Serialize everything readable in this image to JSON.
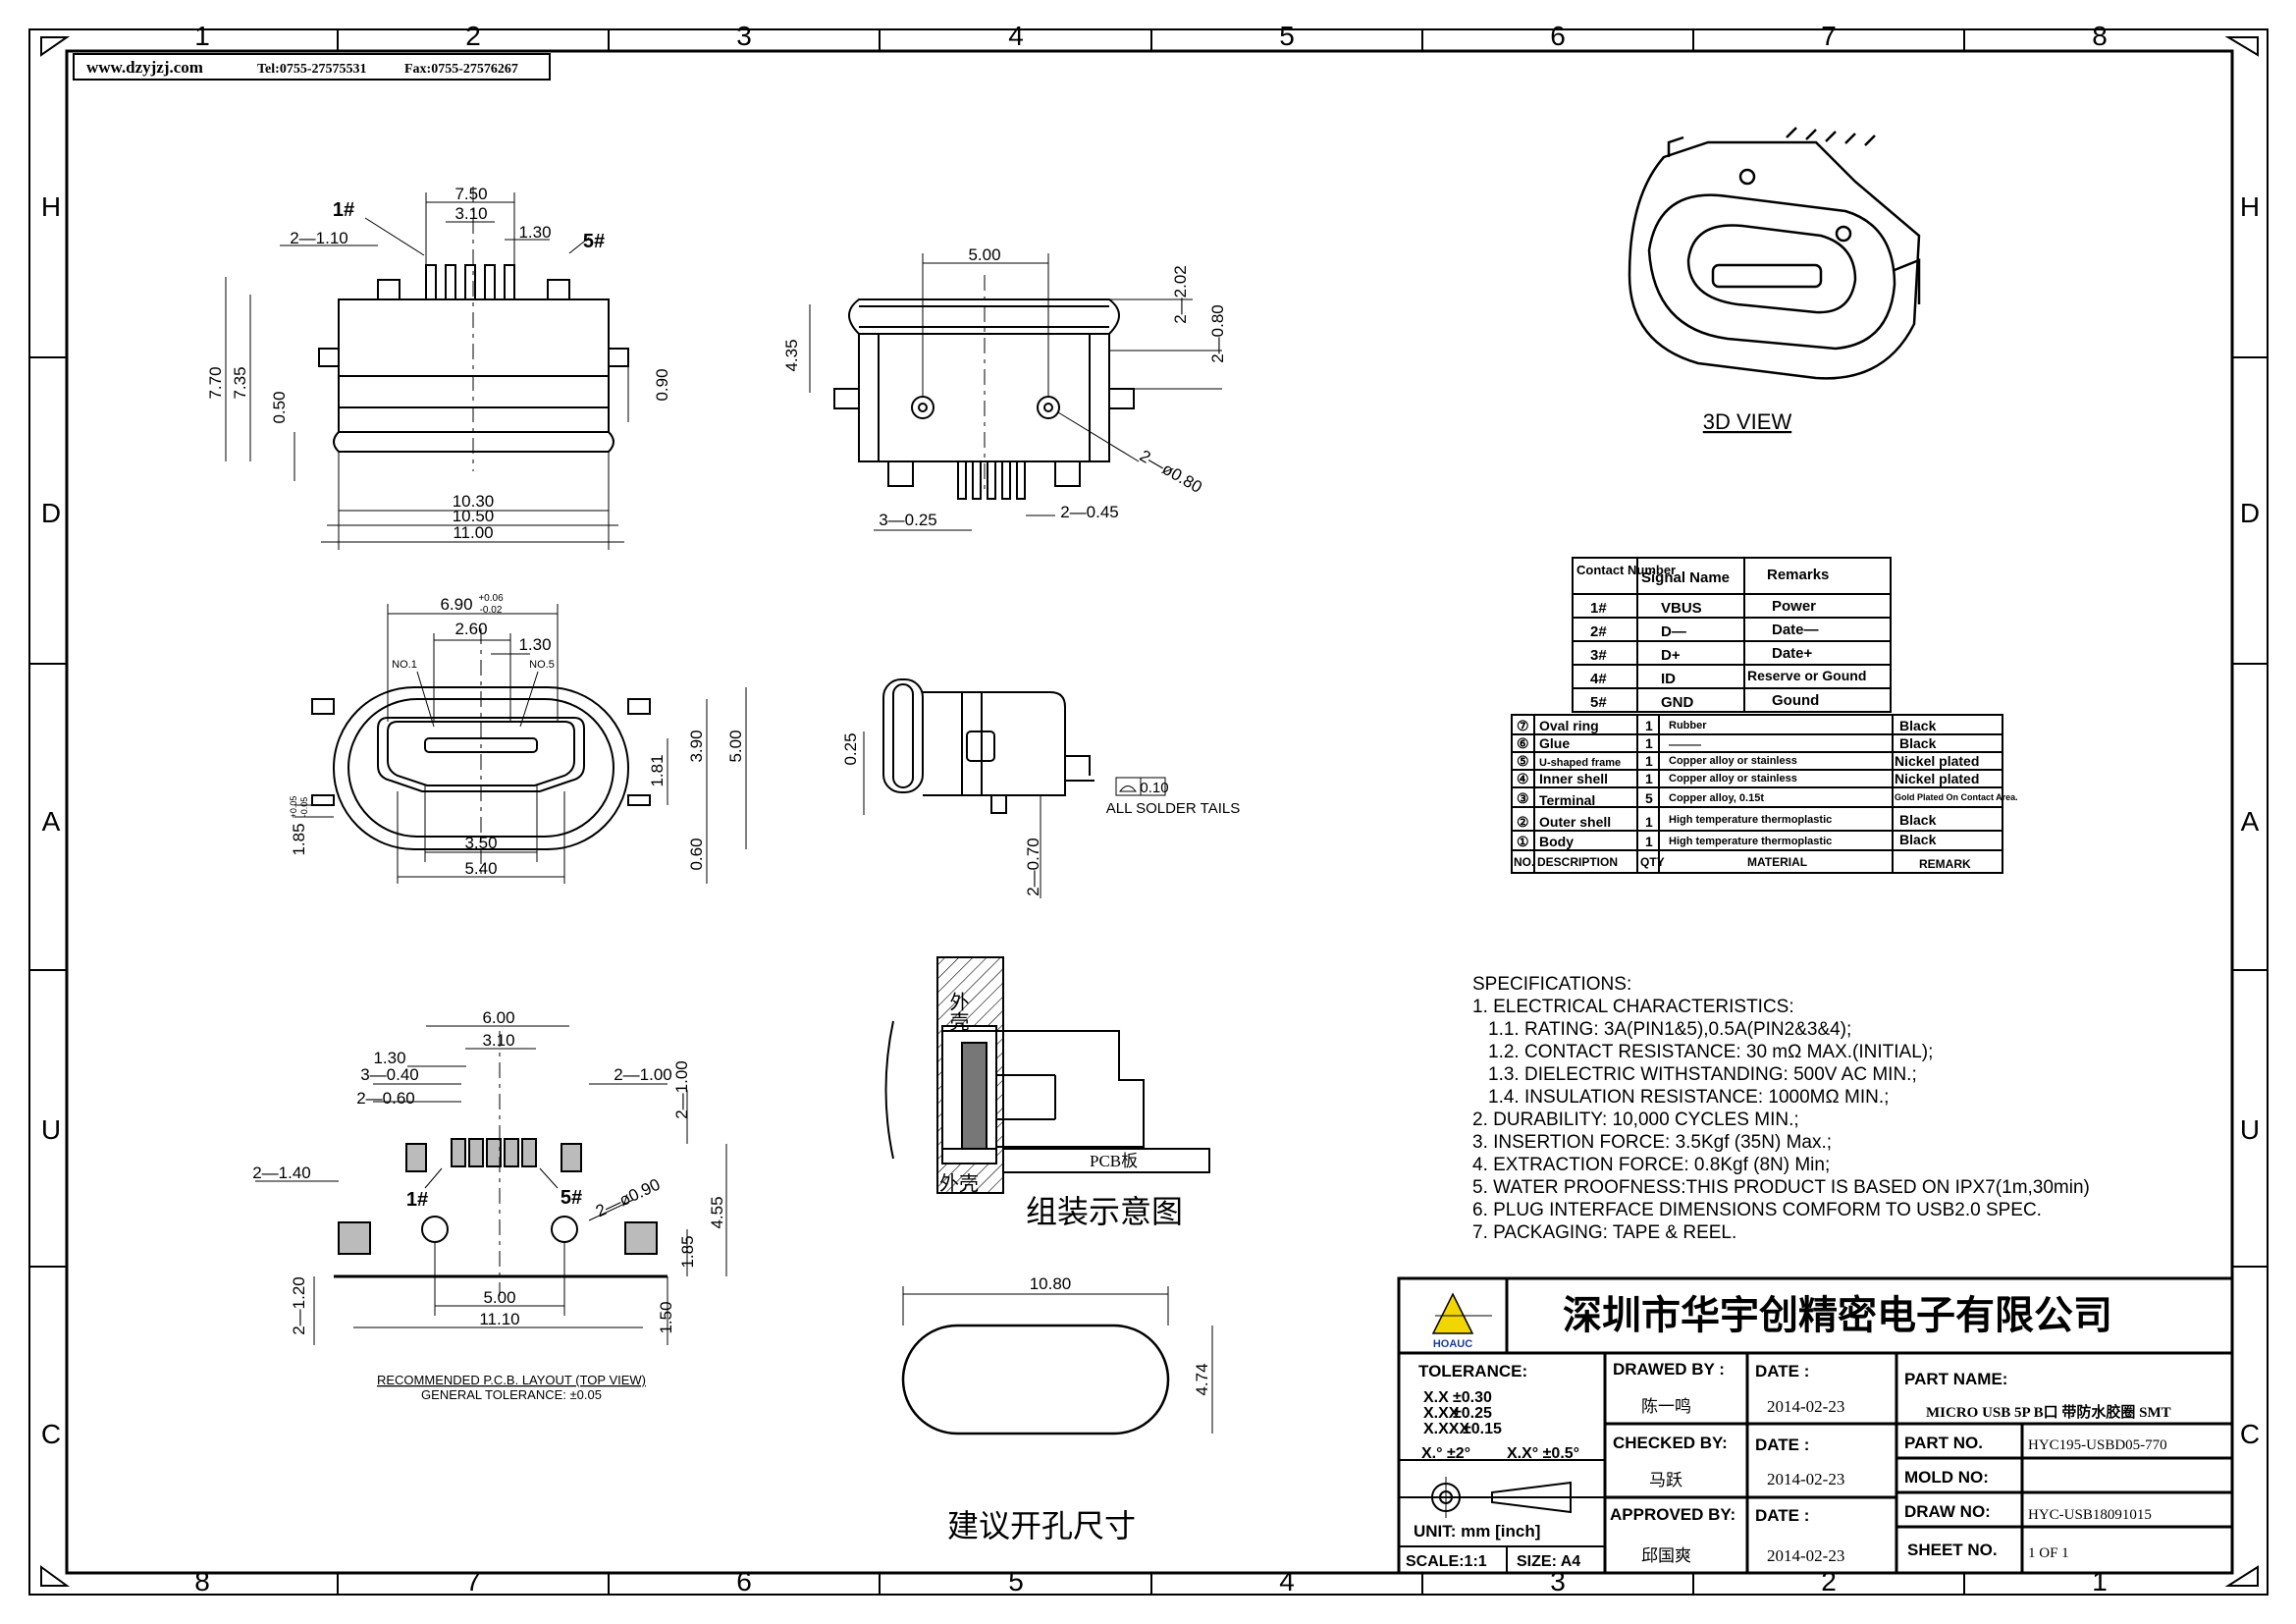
{
  "zones": {
    "top": [
      "1",
      "2",
      "3",
      "4",
      "5",
      "6",
      "7",
      "8"
    ],
    "bottom": [
      "8",
      "7",
      "6",
      "5",
      "4",
      "3",
      "2",
      "1"
    ],
    "side": [
      "H",
      "D",
      "A",
      "U",
      "C"
    ]
  },
  "header_bar": {
    "website": "www.dzyjzj.com",
    "tel": "Tel:0755-27575531",
    "fax": "Fax:0755-27576267"
  },
  "top_view": {
    "dims": [
      "7.50",
      "3.10",
      "1.30",
      "2—1.10",
      "7.70",
      "7.35",
      "0.50",
      "0.90",
      "10.30",
      "10.50",
      "11.00"
    ],
    "pin1": "1#",
    "pin5": "5#"
  },
  "front_view": {
    "dims": [
      "5.00",
      "2—2.02",
      "2—0.80",
      "4.35",
      "2—ø0.80",
      "3—0.25",
      "2—0.45"
    ]
  },
  "plug_face_view": {
    "dims": [
      "6.90",
      "+0.06",
      "-0.02",
      "2.60",
      "1.30",
      "3.90",
      "5.00",
      "1.81",
      "3.50",
      "5.40",
      "0.60",
      "1.85",
      "+0.05",
      "-0.05"
    ],
    "labels": [
      "NO.1",
      "NO.5"
    ]
  },
  "side_view": {
    "dims": [
      "0.25",
      "2—0.70",
      "0.10"
    ],
    "note": "ALL SOLDER TAILS"
  },
  "view_3d_label": "3D VIEW",
  "pin_table": {
    "headers": [
      "Contact Number",
      "Signal Name",
      "Remarks"
    ],
    "rows": [
      [
        "1#",
        "VBUS",
        "Power"
      ],
      [
        "2#",
        "D—",
        "Date—"
      ],
      [
        "3#",
        "D+",
        "Date+"
      ],
      [
        "4#",
        "ID",
        "Reserve or Gound"
      ],
      [
        "5#",
        "GND",
        "Gound"
      ]
    ]
  },
  "bom_table": {
    "rows": [
      [
        "⑦",
        "Oval ring",
        "1",
        "Rubber",
        "Black"
      ],
      [
        "⑥",
        "Glue",
        "1",
        "———",
        "Black"
      ],
      [
        "⑤",
        "U-shaped frame",
        "1",
        "Copper alloy or stainless",
        "Nickel plated"
      ],
      [
        "④",
        "Inner shell",
        "1",
        "Copper alloy or stainless",
        "Nickel plated"
      ],
      [
        "③",
        "Terminal",
        "5",
        "Copper alloy, 0.15t",
        "Gold Plated On Contact Area."
      ],
      [
        "②",
        "Outer shell",
        "1",
        "High temperature thermoplastic",
        "Black"
      ],
      [
        "①",
        "Body",
        "1",
        "High temperature thermoplastic",
        "Black"
      ]
    ],
    "headers": [
      "NO.",
      "DESCRIPTION",
      "QTY",
      "MATERIAL",
      "REMARK"
    ]
  },
  "pcb_layout": {
    "dims": [
      "6.00",
      "3.10",
      "1.30",
      "3—0.40",
      "2—0.60",
      "2—1.00",
      "2—1.00",
      "2—1.40",
      "2—ø0.90",
      "4.55",
      "1.85",
      "2—1.20",
      "5.00",
      "11.10",
      "1.50"
    ],
    "pin1": "1#",
    "pin5": "5#",
    "title": "RECOMMENDED P.C.B. LAYOUT (TOP VIEW)",
    "tolerance": "GENERAL TOLERANCE: ±0.05"
  },
  "assembly": {
    "shell_top": "外壳",
    "shell_bottom": "外壳",
    "pcb": "PCB板",
    "caption": "组装示意图"
  },
  "cutout": {
    "width": "10.80",
    "height": "4.74",
    "caption": "建议开孔尺寸"
  },
  "specifications": {
    "title": "SPECIFICATIONS:",
    "lines": [
      "1. ELECTRICAL CHARACTERISTICS:",
      "1.1. RATING: 3A(PIN1&5),0.5A(PIN2&3&4);",
      "1.2. CONTACT RESISTANCE: 30 mΩ MAX.(INITIAL);",
      "1.3. DIELECTRIC WITHSTANDING: 500V AC MIN.;",
      "1.4. INSULATION RESISTANCE: 1000MΩ MIN.;",
      "2. DURABILITY: 10,000 CYCLES MIN.;",
      "3. INSERTION FORCE: 3.5Kgf (35N) Max.;",
      "4. EXTRACTION FORCE: 0.8Kgf (8N) Min;",
      "5. WATER PROOFNESS:THIS PRODUCT IS BASED ON IPX7(1m,30min)",
      "6. PLUG INTERFACE DIMENSIONS COMFORM TO USB2.0 SPEC.",
      "7. PACKAGING: TAPE & REEL."
    ]
  },
  "title_block": {
    "company": "深圳市华宇创精密电子有限公司",
    "logo_text": "HOAUC",
    "tolerance_label": "TOLERANCE:",
    "tolerances": [
      "X.X",
      "±0.30",
      "X.XX",
      "±0.25",
      "X.XXX",
      "±0.15",
      "X.° ±2°",
      "X.X° ±0.5°"
    ],
    "unit": "UNIT: mm [inch]",
    "scale": "SCALE:1:1",
    "size": "SIZE: A4",
    "drawn_by_label": "DRAWED BY :",
    "drawn_by": "陈一鸣",
    "checked_by_label": "CHECKED BY:",
    "checked_by": "马跃",
    "approved_by_label": "APPROVED BY:",
    "approved_by": "邱国爽",
    "date_label": "DATE :",
    "dates": [
      "2014-02-23",
      "2014-02-23",
      "2014-02-23"
    ],
    "part_name_label": "PART NAME:",
    "part_name": "MICRO USB 5P B口 带防水胶圈 SMT",
    "part_no_label": "PART NO.",
    "part_no": "HYC195-USBD05-770",
    "mold_no_label": "MOLD NO:",
    "mold_no": "",
    "draw_no_label": "DRAW NO:",
    "draw_no": "HYC-USB18091015",
    "sheet_no_label": "SHEET NO.",
    "sheet_no": "1 OF 1"
  }
}
